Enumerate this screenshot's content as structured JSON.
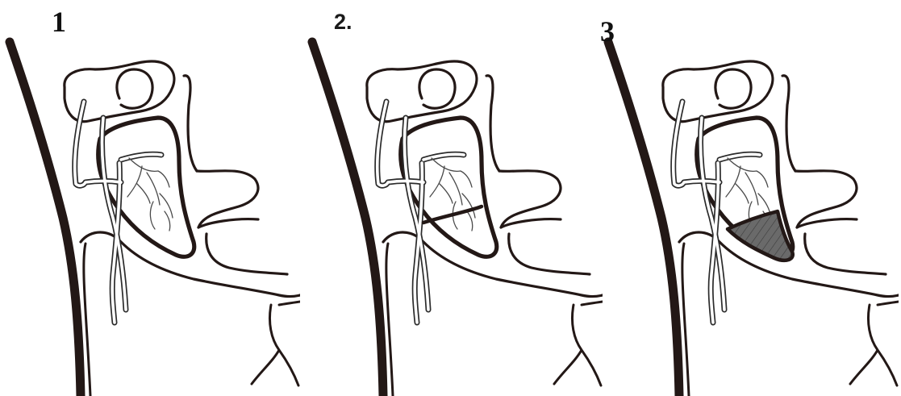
{
  "panels": [
    {
      "label": "1"
    },
    {
      "label": "2."
    },
    {
      "label": "3"
    }
  ],
  "colors": {
    "outline": "#231816",
    "vessel_stroke": "#2b2b2b",
    "vessel_fill": "#ffffff",
    "resected_fill": "#6a6a6a"
  }
}
